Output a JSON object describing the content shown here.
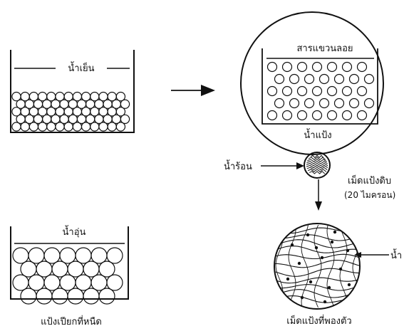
{
  "labels": {
    "cold_water": "น้ำเย็น",
    "suspension": "สารแขวนลอย",
    "starch_water": "น้ำแป้ง",
    "hot_water": "น้ำร้อน",
    "raw_granule": "เม็ดแป้งดิบ",
    "granule_size": "(20 ไมครอน)",
    "warm_water": "น้ำอุ่น",
    "sticky_wet_starch": "แป้งเปียกที่หนืด",
    "swollen_granule": "เม็ดแป้งที่พองตัว",
    "water_partial": "น้ำ"
  },
  "colors": {
    "ink": "#111111",
    "paper": "#ffffff"
  }
}
